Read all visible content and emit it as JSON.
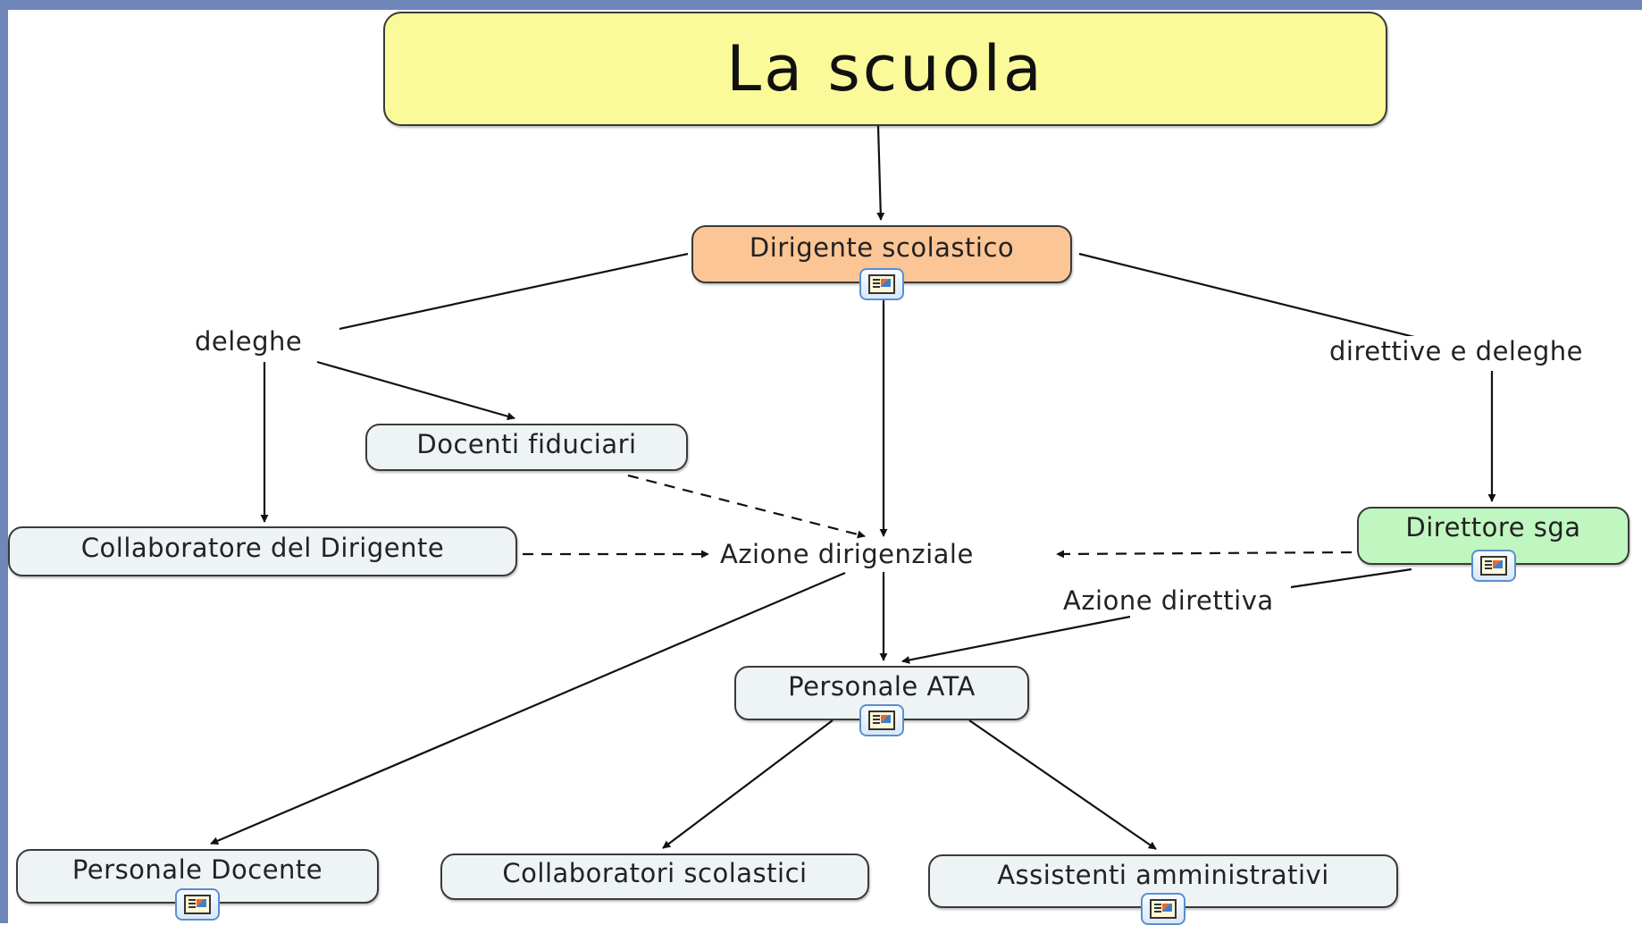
{
  "title": "La scuola",
  "nodes": {
    "dirigente": "Dirigente scolastico",
    "docenti_fiduciari": "Docenti fiduciari",
    "collaboratore_dirigente": "Collaboratore del Dirigente",
    "direttore_sga": "Direttore sga",
    "personale_ata": "Personale ATA",
    "personale_docente": "Personale Docente",
    "collaboratori_scolastici": "Collaboratori scolastici",
    "assistenti_amministrativi": "Assistenti amministrativi"
  },
  "link_labels": {
    "deleghe": "deleghe",
    "direttive_e_deleghe": "direttive e deleghe",
    "azione_dirigenziale": "Azione dirigenziale",
    "azione_direttiva": "Azione direttiva"
  },
  "icons": [
    "document-icon"
  ],
  "colors": {
    "frame": "#6f86b8",
    "title_fill": "#fafa9a",
    "dirigente_fill": "#fcc595",
    "direttore_fill": "#c0f6c0",
    "node_fill": "#eef3f5"
  }
}
